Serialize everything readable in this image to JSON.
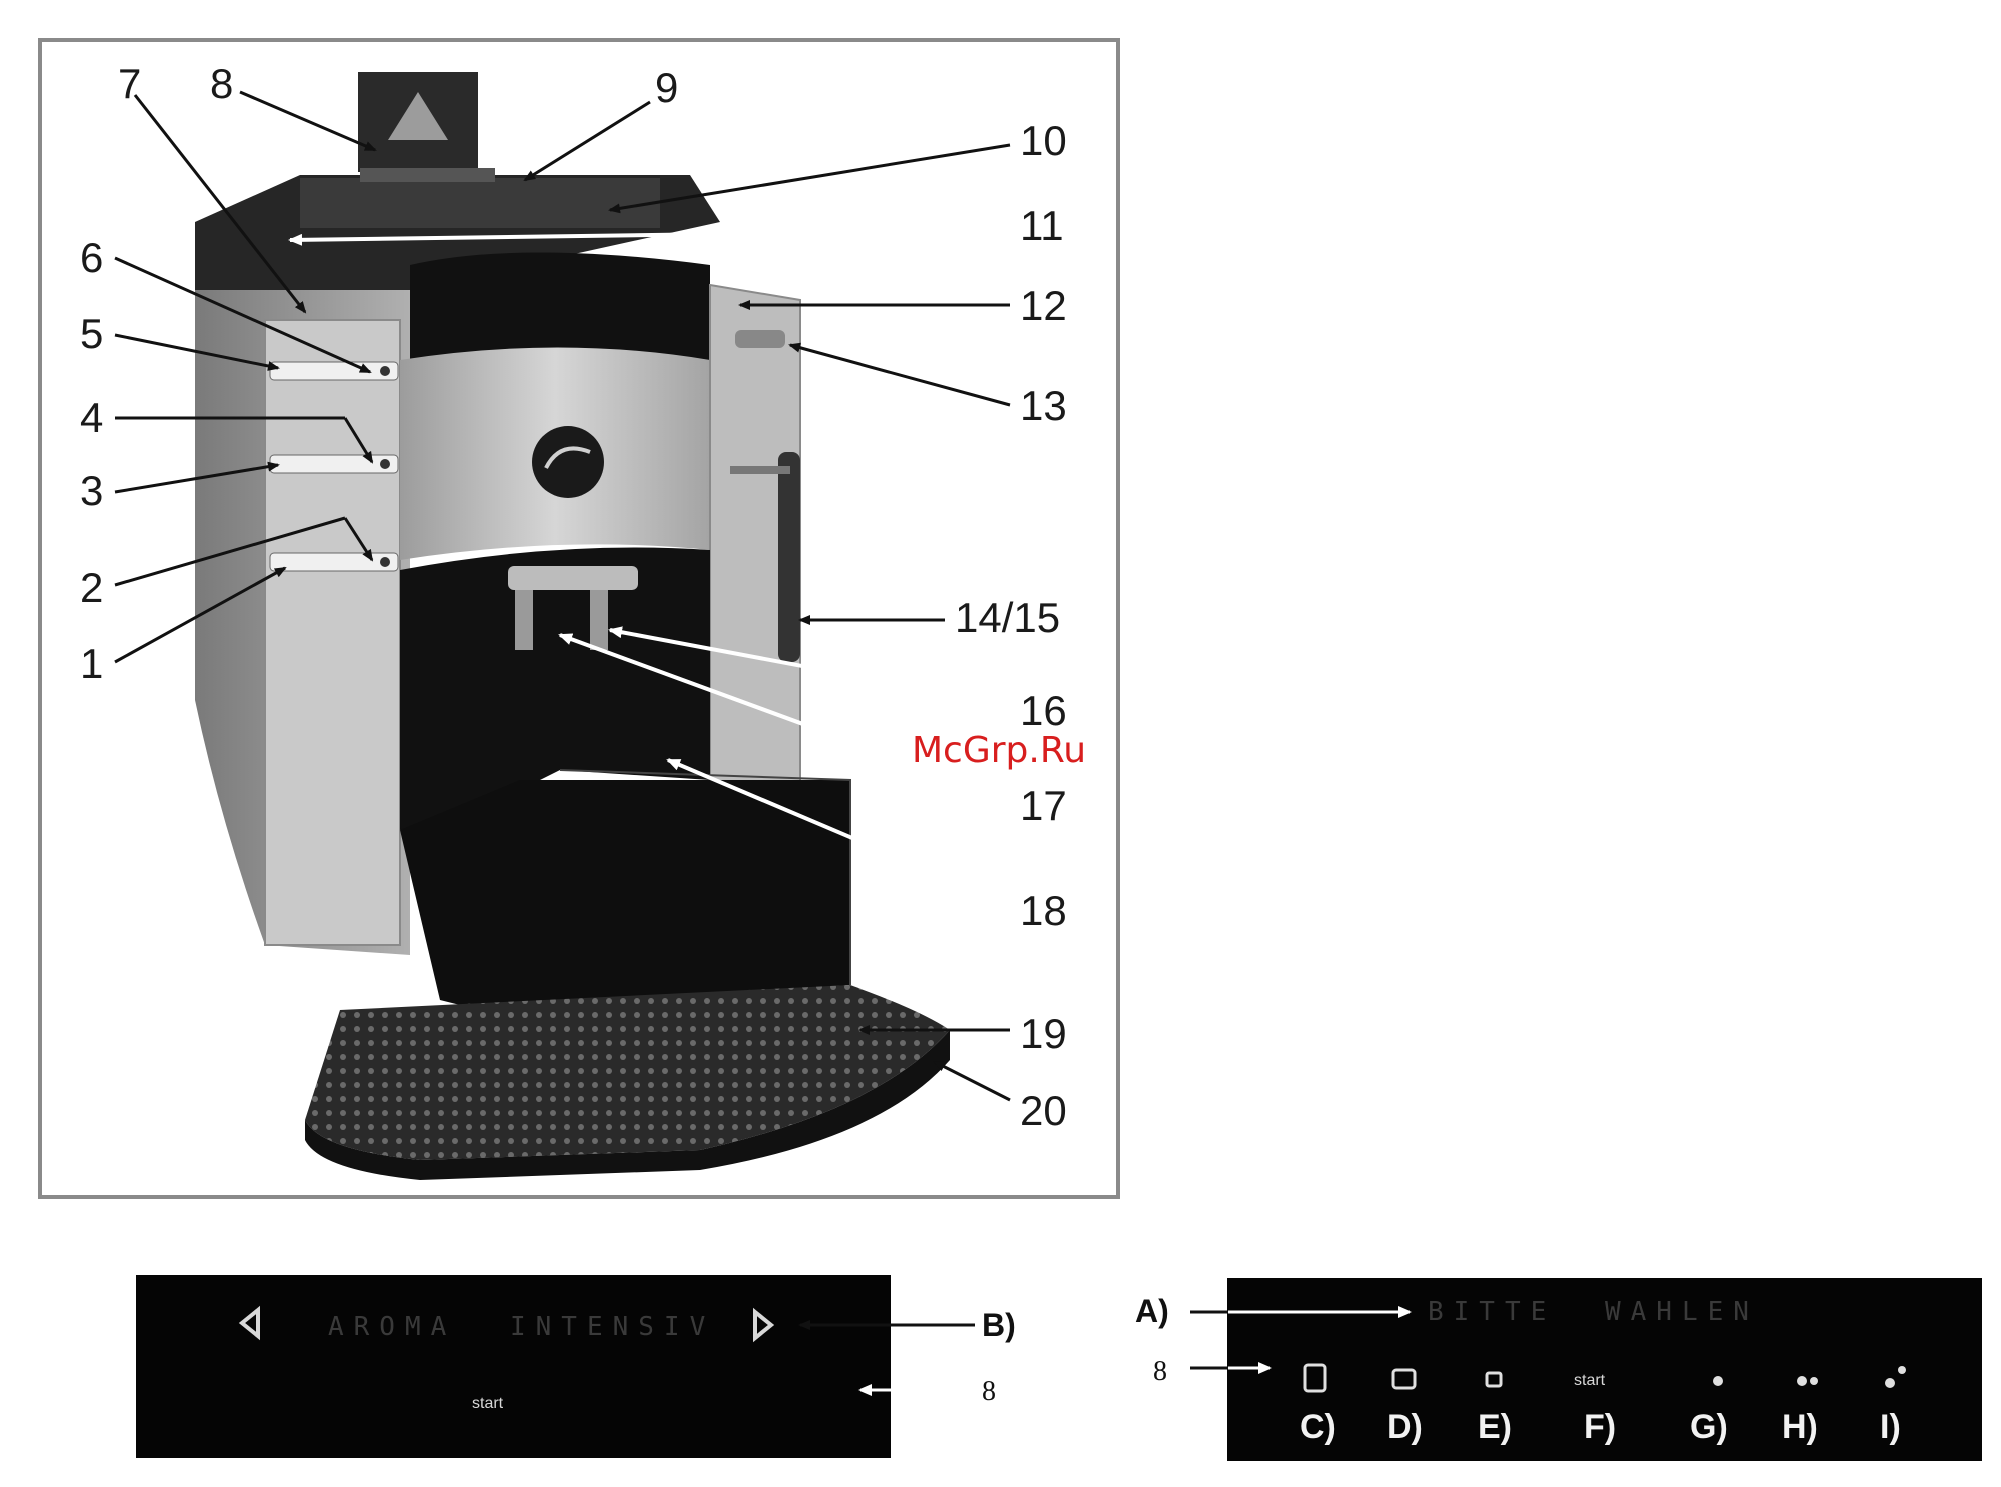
{
  "callouts": {
    "c1": "1",
    "c2": "2",
    "c3": "3",
    "c4": "4",
    "c5": "5",
    "c6": "6",
    "c7": "7",
    "c8": "8",
    "c9": "9",
    "c10": "10",
    "c11": "11",
    "c12": "12",
    "c13": "13",
    "c14": "14/15",
    "c16": "16",
    "c17": "17",
    "c18": "18",
    "c19": "19",
    "c20": "20"
  },
  "watermark": "McGrp.Ru",
  "display_b": {
    "text_left": "AROMA",
    "text_right": "INTENSIV",
    "button_label": "start",
    "label_b": "B)",
    "label_8": "8"
  },
  "display_a": {
    "text_left": "BITTE",
    "text_right": "WAHLEN",
    "button_label": "start",
    "label_a": "A)",
    "label_8": "8",
    "slots": [
      "C)",
      "D)",
      "E)",
      "F)",
      "G)",
      "H)",
      "I)"
    ]
  },
  "colors": {
    "frame": "#8a8a8a",
    "lcd_bg": "#050505",
    "machine_dark": "#161616",
    "machine_silver": "#b8b8b8",
    "watermark": "#d81e1e"
  }
}
